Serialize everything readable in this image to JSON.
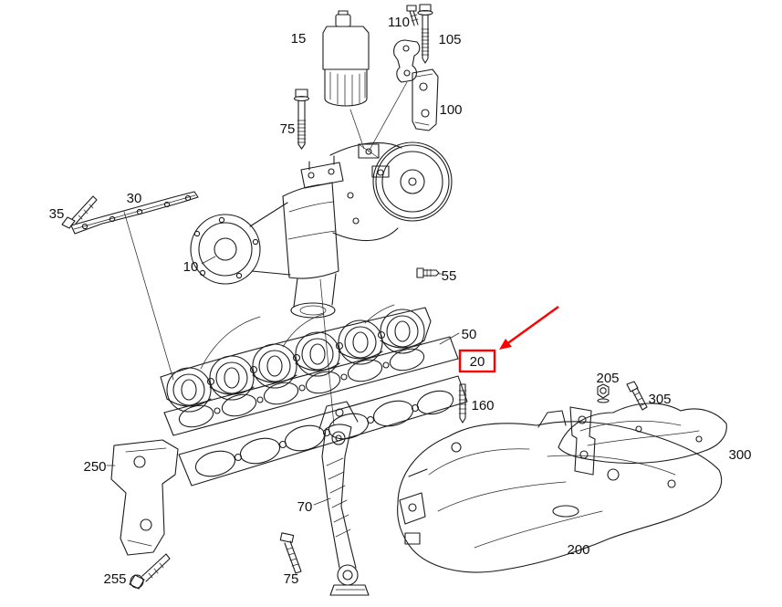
{
  "diagram": {
    "type": "exploded-parts-diagram",
    "subject": "turbocharger and exhaust manifold assembly",
    "background_color": "#ffffff",
    "line_color": "#1c1c1c",
    "highlight_color": "#ff0000",
    "highlighted_part": "20",
    "arrow": {
      "name": "pointer-arrow",
      "color": "#ff0000",
      "points_to": "20"
    },
    "labels": [
      {
        "part": "15"
      },
      {
        "part": "110"
      },
      {
        "part": "105"
      },
      {
        "part": "100"
      },
      {
        "part": "75"
      },
      {
        "part": "30"
      },
      {
        "part": "35"
      },
      {
        "part": "10"
      },
      {
        "part": "55"
      },
      {
        "part": "50"
      },
      {
        "part": "20",
        "highlighted": true
      },
      {
        "part": "160"
      },
      {
        "part": "205"
      },
      {
        "part": "305"
      },
      {
        "part": "300"
      },
      {
        "part": "250"
      },
      {
        "part": "70"
      },
      {
        "part": "200"
      },
      {
        "part": "255"
      },
      {
        "part": "75"
      }
    ]
  }
}
